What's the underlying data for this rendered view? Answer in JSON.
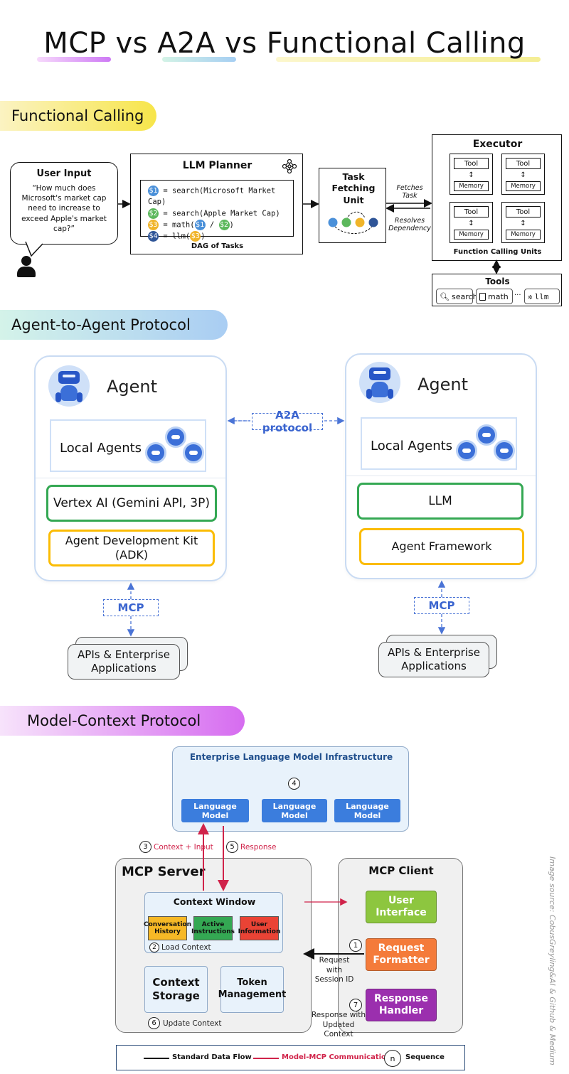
{
  "title": {
    "text": "MCP vs A2A vs Functional Calling",
    "accent_colors": [
      "#c158f2",
      "#8fd6ef",
      "#f2ea7a"
    ]
  },
  "functional_calling": {
    "banner": "Functional Calling",
    "banner_color": "#f7e54a",
    "user_input": {
      "heading": "User Input",
      "text": "“How much does Microsoft's market cap need to increase to exceed Apple's market cap?”"
    },
    "planner": {
      "heading": "LLM Planner",
      "dag_label": "DAG of Tasks",
      "tasks": [
        {
          "id": "$1",
          "eq": " = search(Microsoft Market Cap)",
          "color": "#4a90d9"
        },
        {
          "id": "$2",
          "eq": " = search(Apple Market Cap)",
          "color": "#5cb85c"
        },
        {
          "id": "$3",
          "eq_pre": " = math(",
          "ref1": "$1",
          "mid": " / ",
          "ref2": "$2",
          "eq_post": ")",
          "color": "#f0b429"
        },
        {
          "id": "$4",
          "eq_pre": " = llm(",
          "ref1": "$3",
          "eq_post": ")",
          "color": "#2f5597"
        }
      ]
    },
    "task_fetching": {
      "heading": "Task Fetching Unit",
      "fetches": "Fetches Task",
      "resolves": "Resolves Dependency",
      "dot_colors": [
        "#4a90d9",
        "#5cb85c",
        "#f0b429",
        "#2f5597"
      ]
    },
    "executor": {
      "heading": "Executor",
      "tool_label": "Tool",
      "memory_label": "Memory",
      "footer": "Function Calling Units"
    },
    "tools": {
      "heading": "Tools",
      "items": [
        "search",
        "math",
        "···",
        "llm"
      ]
    }
  },
  "a2a": {
    "banner": "Agent-to-Agent Protocol",
    "banner_color": "#a9cdf3",
    "protocol_label": "A2A protocol",
    "mcp_label": "MCP",
    "left": {
      "title": "Agent",
      "local": "Local Agents",
      "model": "Vertex AI (Gemini API, 3P)",
      "kit": "Agent Development Kit (ADK)",
      "apis": "APIs & Enterprise Applications"
    },
    "right": {
      "title": "Agent",
      "local": "Local Agents",
      "model": "LLM",
      "kit": "Agent Framework",
      "apis": "APIs & Enterprise Applications"
    }
  },
  "mcp": {
    "banner": "Model-Context Protocol",
    "banner_color": "#d66cf0",
    "infra_title": "Enterprise Language Model Infrastructure",
    "infra_step": "4",
    "language_models": [
      "Language Model",
      "Language Model",
      "Language Model"
    ],
    "context_input": {
      "n": "3",
      "label": "Context + Input"
    },
    "response": {
      "n": "5",
      "label": "Response"
    },
    "server": {
      "title": "MCP Server",
      "window_title": "Context Window",
      "items": [
        {
          "label": "Conversation History",
          "color": "#f6b826"
        },
        {
          "label": "Active Instructions",
          "color": "#34a853"
        },
        {
          "label": "User Information",
          "color": "#ea4335"
        }
      ],
      "load": {
        "n": "2",
        "label": "Load Context"
      },
      "storage": "Context Storage",
      "token": "Token Management",
      "update": {
        "n": "6",
        "label": "Update Context"
      }
    },
    "client": {
      "title": "MCP Client",
      "ui": {
        "label": "User Interface",
        "color": "#8dc63f"
      },
      "formatter": {
        "n": "1",
        "label": "Request Formatter",
        "color": "#f47b3a"
      },
      "handler": {
        "n": "7",
        "label": "Response Handler",
        "color": "#9b2fae"
      }
    },
    "request_note": "Request with Session ID",
    "response_note": "Response with Updated Context",
    "legend": {
      "standard": "Standard Data Flow",
      "model": "Model-MCP Communication",
      "n": "n",
      "sequence": "Sequence"
    },
    "source": "Image source: CobusGreyling&AI & Github & Medium"
  }
}
